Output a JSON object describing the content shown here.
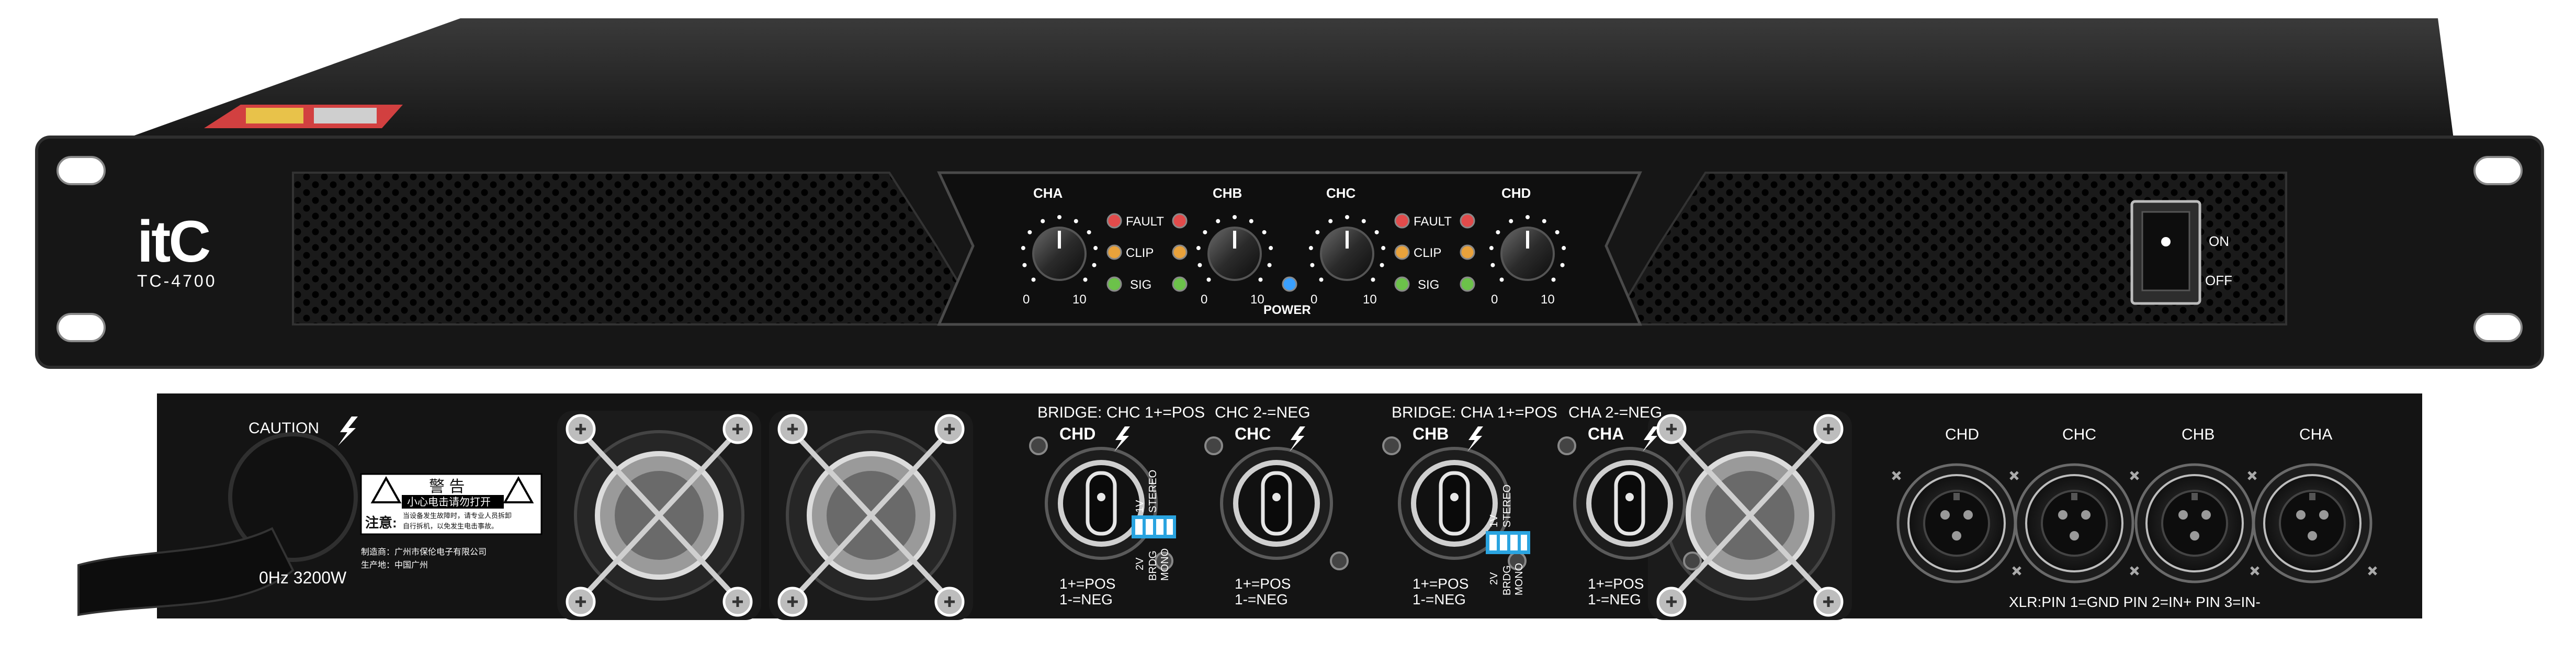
{
  "front_panel": {
    "brand": "itC",
    "model": "TC-4700",
    "channels": [
      "CHA",
      "CHB",
      "CHC",
      "CHD"
    ],
    "knob_min": "0",
    "knob_max": "10",
    "indicators": [
      "FAULT",
      "CLIP",
      "SIG"
    ],
    "power_led_label": "POWER",
    "switch_on": "ON",
    "switch_off": "OFF"
  },
  "rear_panel": {
    "caution": "CAUTION",
    "warning_title": "警 告",
    "warning_line1": "小心电击请勿打开",
    "warning_prefix": "注意:",
    "warning_note_a": "当设备发生故障时，请专业人员拆卸",
    "warning_note_b": "自行拆机，以免发生电击事故。",
    "maker_line1": "制造商：广州市保伦电子有限公司",
    "maker_line2": "生产地：中国广州",
    "power_rating": "0Hz  3200W",
    "bridge_label_1": "BRIDGE: CHC 1+=POS",
    "bridge_neg_1": "CHC 2-=NEG",
    "bridge_label_2": "BRIDGE: CHA 1+=POS",
    "bridge_neg_2": "CHA 2-=NEG",
    "speakon_labels": [
      "CHD",
      "CHC",
      "CHB",
      "CHA"
    ],
    "pos_label": "1+=POS",
    "neg_label": "1-=NEG",
    "dip_1v": "1V",
    "dip_stereo": "STEREO",
    "dip_2v": "2V",
    "dip_brdg": "BRDG",
    "dip_mono": "MONO",
    "xlr_labels": [
      "CHD",
      "CHC",
      "CHB",
      "CHA"
    ],
    "xlr_pinout": "XLR:PIN 1=GND PIN 2=IN+ PIN 3=IN-"
  },
  "colors": {
    "panel_black": "#141414",
    "chassis_top": "#2a2a2a",
    "led_fault": "#e24b4b",
    "led_clip": "#e9a23b",
    "led_sig": "#6cc24a",
    "led_power": "#3aa0ff",
    "dip_blue": "#2aa4e0"
  }
}
